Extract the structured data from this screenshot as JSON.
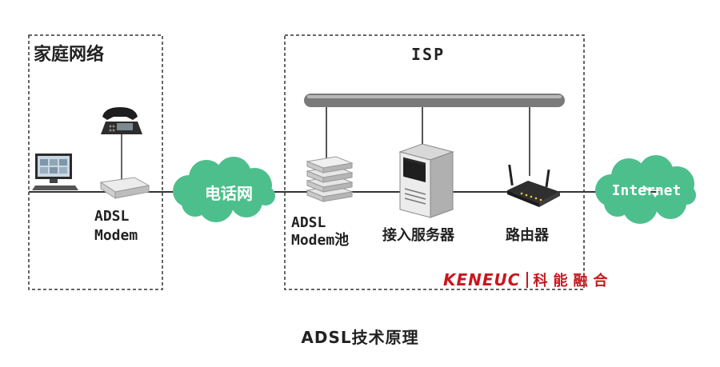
{
  "home_network": {
    "title": "家庭网络"
  },
  "isp": {
    "title": "ISP"
  },
  "devices": {
    "adsl_modem": {
      "label_line1": "ADSL",
      "label_line2": "Modem"
    },
    "modem_pool": {
      "label_line1": "ADSL",
      "label_line2": "Modem池"
    },
    "access_server": {
      "label": "接入服务器"
    },
    "router": {
      "label": "路由器"
    }
  },
  "clouds": {
    "phone_network": {
      "label": "电话网",
      "color": "#4dbf8c"
    },
    "internet": {
      "label": "Internet",
      "color": "#4dbf8c"
    }
  },
  "watermark": {
    "latin": "KENEUC",
    "chinese": "科能融合",
    "color": "#c8171e"
  },
  "caption": "ADSL技术原理"
}
